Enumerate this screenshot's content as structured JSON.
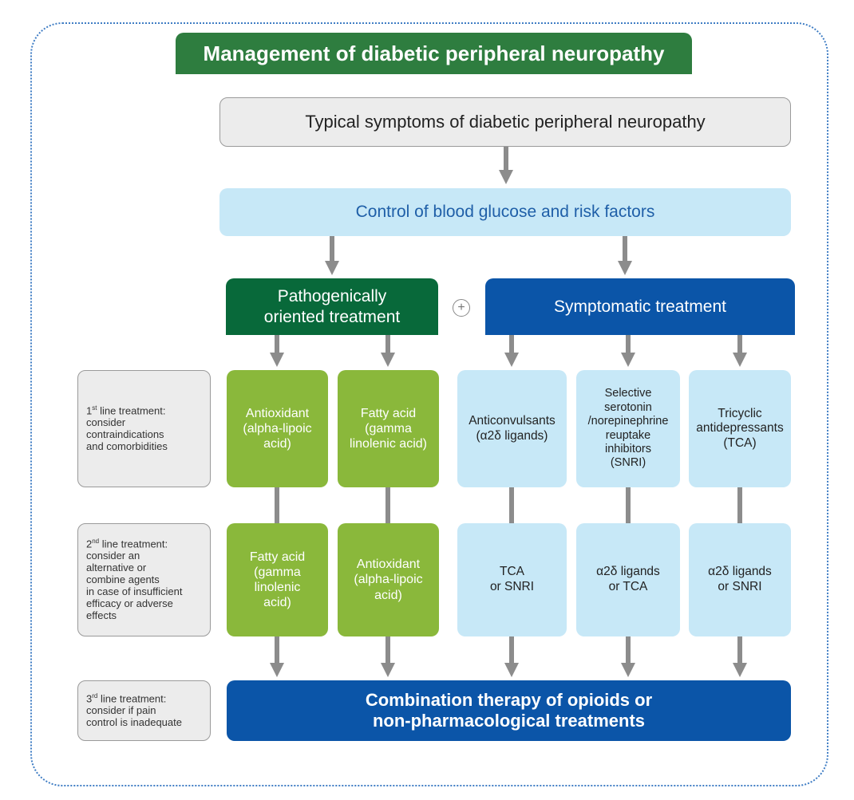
{
  "title": "Management of diabetic peripheral neuropathy",
  "symptoms": "Typical symptoms of diabetic peripheral neuropathy",
  "control": "Control of blood glucose and risk factors",
  "pathogenic": {
    "line1": "Pathogenically",
    "line2": "oriented treatment"
  },
  "plus_symbol": "+",
  "symptomatic": "Symptomatic treatment",
  "labels": {
    "first": {
      "num": "1",
      "sup": "st",
      "rest": " line treatment:",
      "lines": [
        "consider",
        "contraindications",
        "and comorbidities"
      ]
    },
    "second": {
      "num": "2",
      "sup": "nd",
      "rest": " line treatment:",
      "lines": [
        "consider an",
        "alternative or",
        "combine agents",
        "in case of insufficient",
        "efficacy or adverse",
        "effects"
      ]
    },
    "third": {
      "num": "3",
      "sup": "rd",
      "rest": " line treatment:",
      "lines": [
        "consider if pain",
        "control is inadequate"
      ]
    }
  },
  "first_line": [
    [
      "Antioxidant",
      "(alpha-lipoic",
      "acid)"
    ],
    [
      "Fatty acid",
      "(gamma",
      "linolenic acid)"
    ],
    [
      "Anticonvulsants",
      "(α2δ ligands)"
    ],
    [
      "Selective",
      "serotonin",
      "/norepinephrine",
      "reuptake",
      "inhibitors",
      "(SNRI)"
    ],
    [
      "Tricyclic",
      "antidepressants",
      "(TCA)"
    ]
  ],
  "second_line": [
    [
      "Fatty acid",
      "(gamma",
      "linolenic",
      "acid)"
    ],
    [
      "Antioxidant",
      "(alpha-lipoic",
      "acid)"
    ],
    [
      "TCA",
      "or SNRI"
    ],
    [
      "α2δ ligands",
      "or TCA"
    ],
    [
      "α2δ ligands",
      "or SNRI"
    ]
  ],
  "combination": {
    "line1": "Combination therapy of opioids or",
    "line2": "non-pharmacological treatments"
  },
  "colors": {
    "dark_green": "#08693a",
    "light_green": "#8ab83b",
    "dark_blue": "#0b55a8",
    "light_blue": "#c7e8f7",
    "arrow": "#8c8c8c"
  }
}
